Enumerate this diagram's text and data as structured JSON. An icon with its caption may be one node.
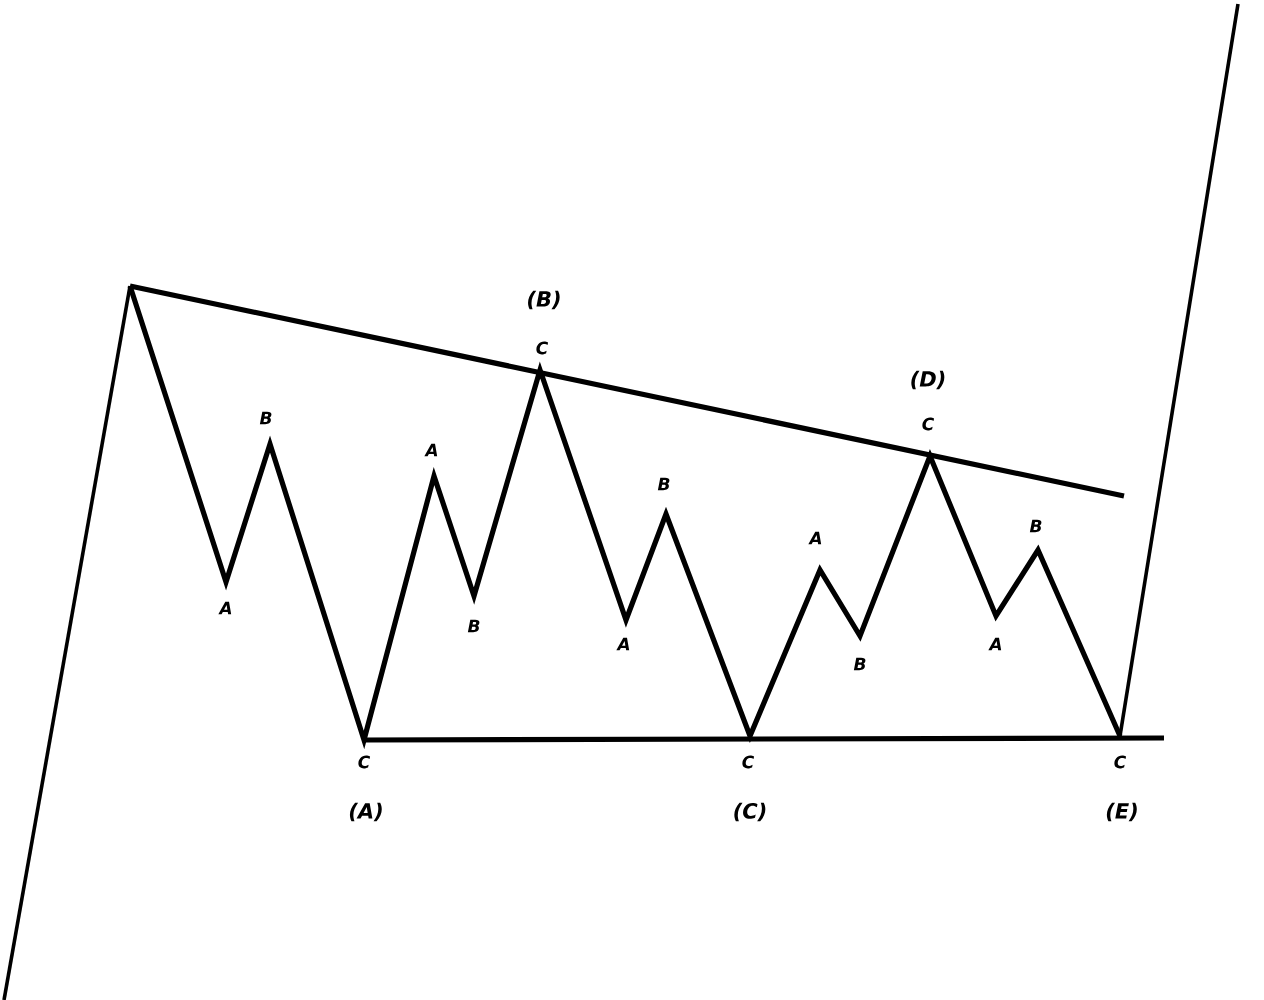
{
  "diagram": {
    "labels": [
      "(B)",
      "C",
      "(D)",
      "B",
      "C",
      "A",
      "B",
      "B",
      "A",
      "A",
      "B",
      "A",
      "A",
      "B",
      "C",
      "C",
      "C",
      "(A)",
      "(C)",
      "(E)"
    ]
  }
}
